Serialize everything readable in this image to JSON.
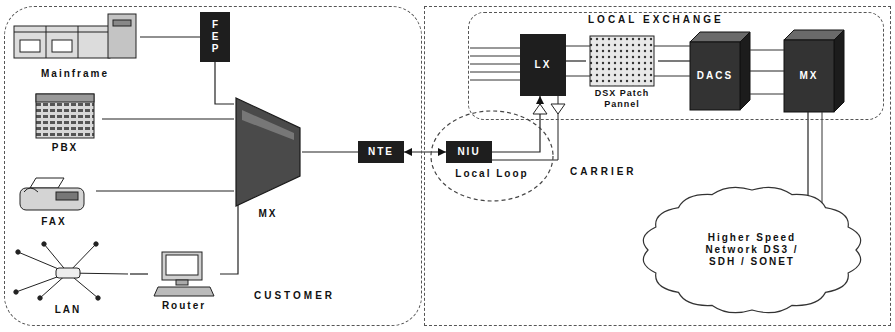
{
  "diagram": {
    "nodes": [
      {
        "text": [
          "CUSTOMER"
        ]
      },
      {
        "text": [
          "Mainframe"
        ],
        "in": 0
      },
      {
        "text": [
          "FEP"
        ],
        "in": 0
      },
      {
        "text": [
          "PBX"
        ],
        "in": 0
      },
      {
        "text": [
          "FAX"
        ],
        "in": 0
      },
      {
        "text": [
          "LAN"
        ],
        "in": 0
      },
      {
        "text": [
          "Router"
        ],
        "in": 0
      },
      {
        "text": [
          "MX"
        ],
        "in": 0
      },
      {
        "text": [
          "NTE"
        ],
        "in": 0
      },
      {
        "text": [
          "CARRIER"
        ]
      },
      {
        "text": [
          "LOCAL EXCHANGE"
        ],
        "in": 9
      },
      {
        "text": [
          "LX"
        ],
        "in": 10
      },
      {
        "text": [
          "DSX Patch Pannel"
        ],
        "in": 10
      },
      {
        "text": [
          "DACS"
        ],
        "in": 10
      },
      {
        "text": [
          "MX"
        ],
        "in": 10
      },
      {
        "text": [
          "Local Loop"
        ],
        "in": 9
      },
      {
        "text": [
          "NIU"
        ],
        "in": 15
      },
      {
        "text": [
          "Higher Speed Network DS3 / SDH / SONET"
        ],
        "in": 9
      }
    ],
    "edges": [
      {
        "from": 1,
        "to": 2,
        "arrow": "none"
      },
      {
        "from": 2,
        "to": 7,
        "arrow": "none"
      },
      {
        "from": 3,
        "to": 7,
        "arrow": "none"
      },
      {
        "from": 4,
        "to": 7,
        "arrow": "none"
      },
      {
        "from": 6,
        "to": 7,
        "arrow": "none"
      },
      {
        "from": 5,
        "to": 6,
        "arrow": "none"
      },
      {
        "from": 7,
        "to": 8,
        "arrow": "none"
      },
      {
        "from": 8,
        "to": 16,
        "arrow": "both"
      },
      {
        "from": 16,
        "to": 11,
        "arrow": "to"
      },
      {
        "from": 11,
        "to": 12,
        "arrow": "none"
      },
      {
        "from": 12,
        "to": 13,
        "arrow": "none"
      },
      {
        "from": 13,
        "to": 14,
        "arrow": "none"
      },
      {
        "from": 14,
        "to": 17,
        "arrow": "none"
      }
    ]
  }
}
